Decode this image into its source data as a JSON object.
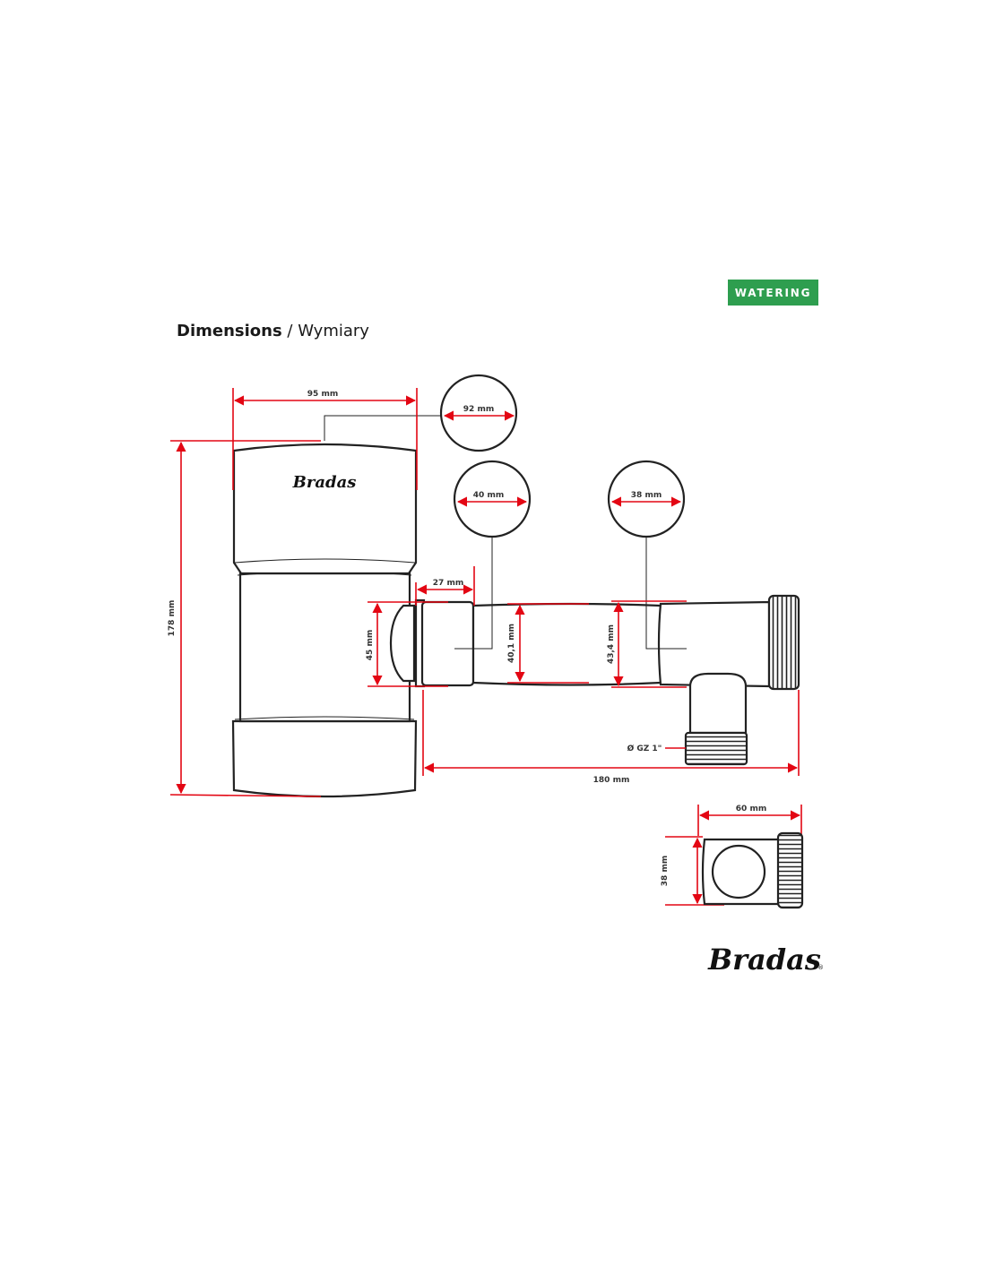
{
  "category_badge": {
    "label": "WATERING",
    "color": "#2e9e4f"
  },
  "heading": {
    "primary": "Dimensions",
    "separator": " / ",
    "secondary": "Wymiary"
  },
  "brand": {
    "name": "Bradas",
    "registered_mark": "®"
  },
  "accent_color": "#e30613",
  "dimensions": {
    "width_top": "95 mm",
    "height_total": "178 mm",
    "diameter_top": "92 mm",
    "diameter_inlet": "40 mm",
    "diameter_outlet": "38 mm",
    "inlet_depth": "27 mm",
    "inlet_height": "45 mm",
    "pipe_inner_a": "40,1 mm",
    "pipe_inner_b": "43,4 mm",
    "thread": "Ø GZ 1\"",
    "length_total": "180 mm",
    "side_width": "60  mm",
    "side_height": "38 mm"
  }
}
